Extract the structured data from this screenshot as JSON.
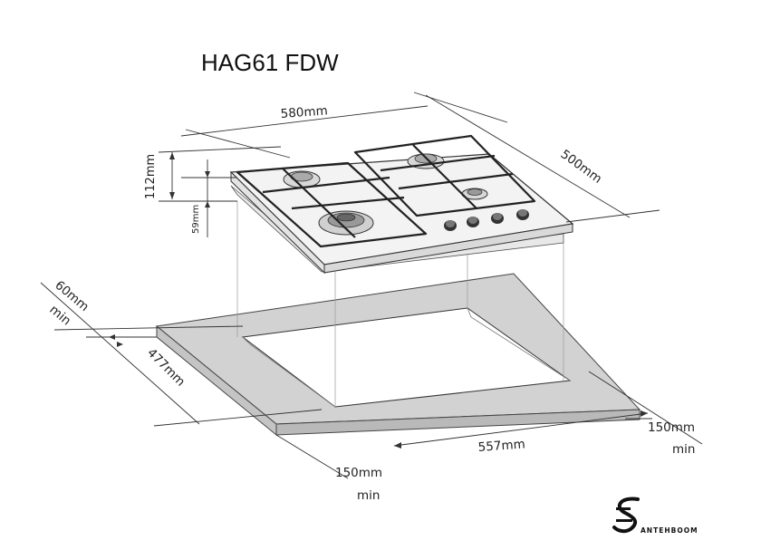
{
  "title": "HAG61 FDW",
  "dimensions": {
    "width": "580mm",
    "depth": "500mm",
    "height": "112mm",
    "inner_height": "59mm",
    "edge_clearance_value": "60mm",
    "edge_clearance_min": "min",
    "cutout_depth": "477mm",
    "cutout_width": "557mm",
    "front_clearance_value": "150mm",
    "front_clearance_min": "min",
    "side_clearance_value": "150mm",
    "side_clearance_min": "min"
  },
  "logo": {
    "text": "ANTEHBOOM"
  }
}
